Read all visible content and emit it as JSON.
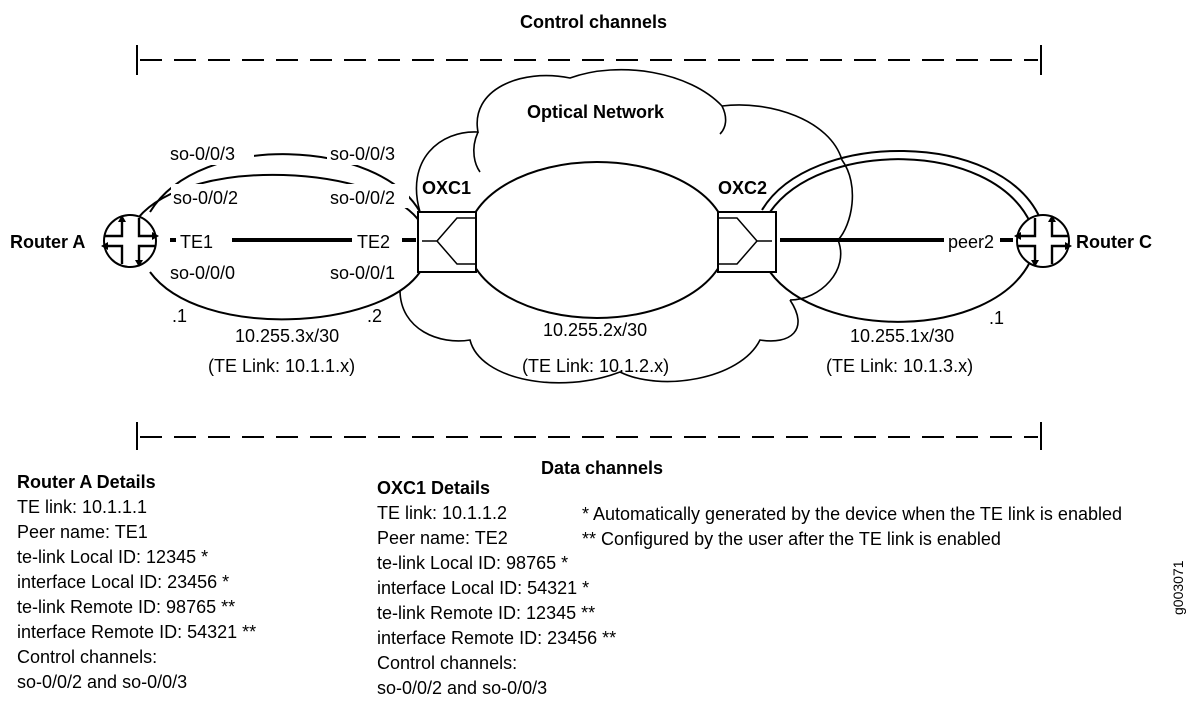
{
  "header": {
    "control_channels": "Control channels",
    "data_channels": "Data channels"
  },
  "network": {
    "optical": "Optical Network",
    "oxc1": "OXC1",
    "oxc2": "OXC2"
  },
  "routers": {
    "a": "Router A",
    "c": "Router C"
  },
  "interfaces": {
    "a_so003": "so-0/0/3",
    "a_so002": "so-0/0/2",
    "a_so000": "so-0/0/0",
    "o_so003": "so-0/0/3",
    "o_so002": "so-0/0/2",
    "o_so001": "so-0/0/1",
    "te1": "TE1",
    "te2": "TE2",
    "peer2": "peer2"
  },
  "addresses": {
    "a_host": ".1",
    "oxc1_host": ".2",
    "c_host": ".1",
    "subnet3": "10.255.3x/30",
    "telink3": "(TE Link: 10.1.1.x)",
    "subnet2": "10.255.2x/30",
    "telink2": "(TE Link: 10.1.2.x)",
    "subnet1": "10.255.1x/30",
    "telink1": "(TE Link: 10.1.3.x)"
  },
  "router_a_details": {
    "title": "Router A Details",
    "lines": [
      "TE link: 10.1.1.1",
      "Peer name: TE1",
      "te-link Local ID: 12345 *",
      "interface Local ID:  23456 *",
      "te-link Remote ID: 98765 **",
      "interface Remote ID: 54321 **",
      "Control channels:",
      "so-0/0/2 and so-0/0/3"
    ]
  },
  "oxc1_details": {
    "title": "OXC1 Details",
    "lines": [
      "TE link: 10.1.1.2",
      "Peer name: TE2",
      "te-link Local ID: 98765 *",
      "interface Local ID: 54321 *",
      "te-link Remote ID: 12345 **",
      "interface Remote ID:  23456 **",
      "Control channels:",
      "so-0/0/2 and so-0/0/3"
    ]
  },
  "notes": [
    "* Automatically generated by the device when the TE link is enabled",
    "** Configured by the user after the TE link is enabled"
  ],
  "figure_id": "g003071"
}
